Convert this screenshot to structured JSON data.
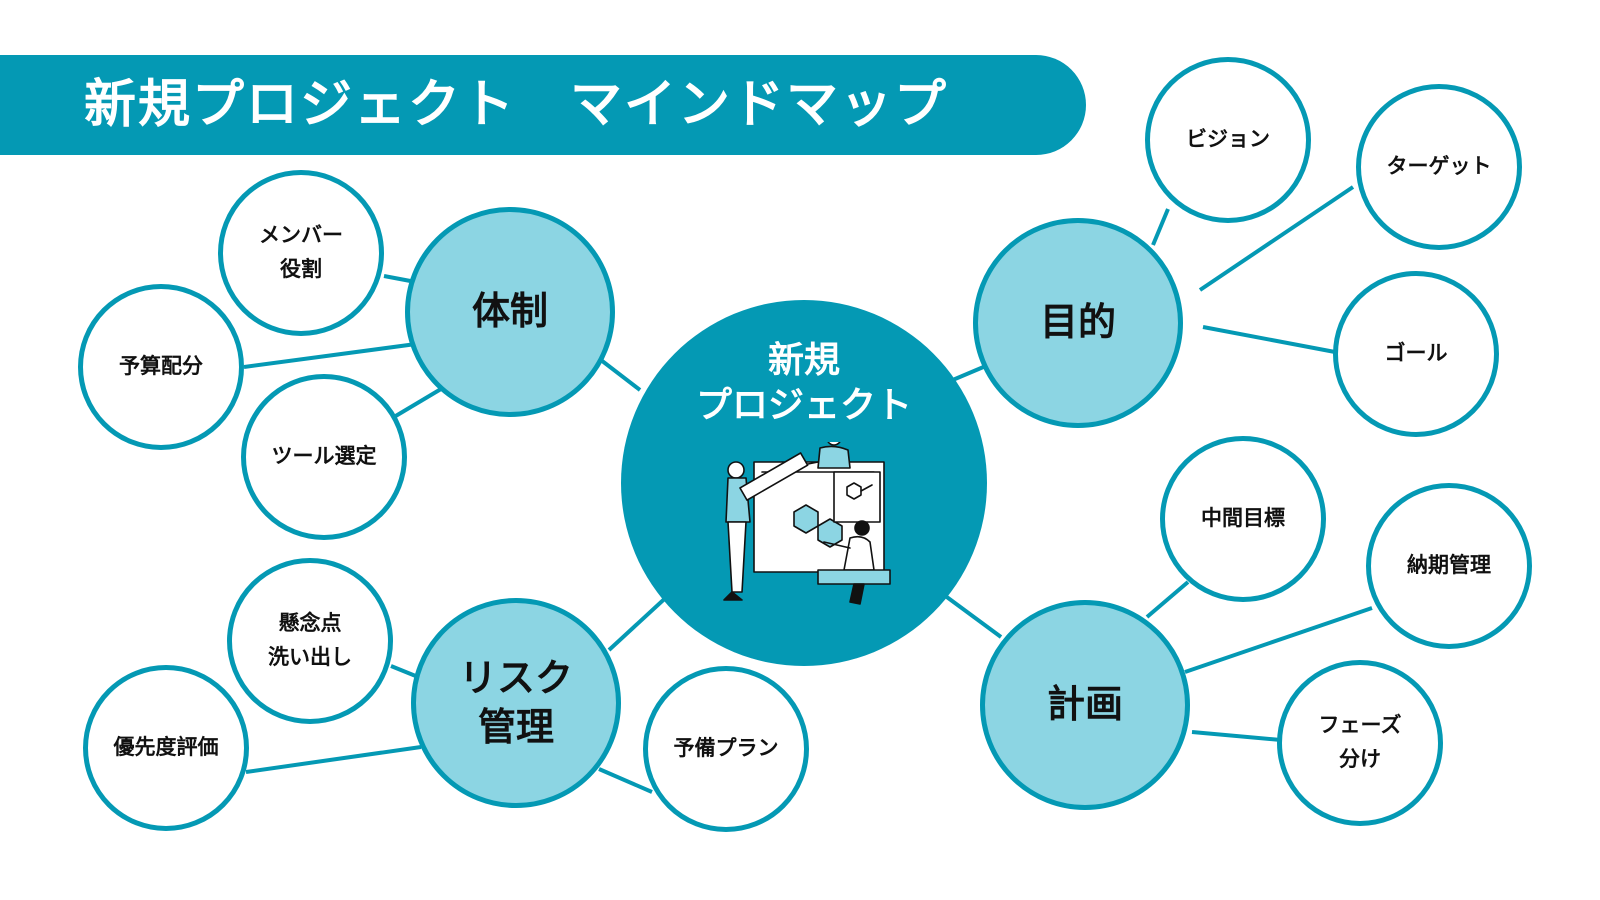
{
  "header": {
    "title": "新規プロジェクト　マインドマップ"
  },
  "center": {
    "line1": "新規",
    "line2": "プロジェクト"
  },
  "branches": {
    "taisei": {
      "label": "体制"
    },
    "mokuteki": {
      "label": "目的"
    },
    "risk": {
      "line1": "リスク",
      "line2": "管理"
    },
    "keikaku": {
      "label": "計画"
    }
  },
  "leaves": {
    "member": {
      "line1": "メンバー",
      "line2": "役割"
    },
    "budget": {
      "label": "予算配分"
    },
    "tool": {
      "label": "ツール選定"
    },
    "vision": {
      "label": "ビジョン"
    },
    "target": {
      "label": "ターゲット"
    },
    "goal": {
      "label": "ゴール"
    },
    "concern": {
      "line1": "懸念点",
      "line2": "洗い出し"
    },
    "priority": {
      "label": "優先度評価"
    },
    "backup": {
      "label": "予備プラン"
    },
    "milestone": {
      "label": "中間目標"
    },
    "deadline": {
      "label": "納期管理"
    },
    "phase": {
      "line1": "フェーズ",
      "line2": "分け"
    }
  },
  "colors": {
    "accent": "#0499b4",
    "branch_fill": "#8cd5e3",
    "leaf_fill": "#ffffff",
    "text": "#111111"
  },
  "icons": {
    "center_illustration": "team-collaboration-illustration"
  }
}
